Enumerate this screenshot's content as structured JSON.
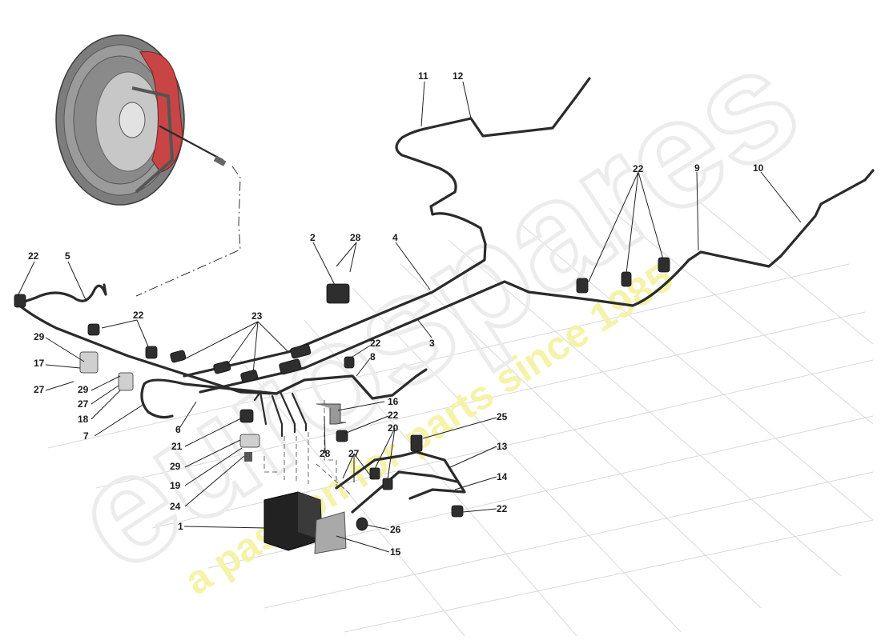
{
  "watermark": {
    "brand": "eurospares",
    "tagline": "a passion for parts since 1985"
  },
  "labels": [
    {
      "id": "l1",
      "text": "1"
    },
    {
      "id": "l2",
      "text": "2"
    },
    {
      "id": "l3",
      "text": "3"
    },
    {
      "id": "l4",
      "text": "4"
    },
    {
      "id": "l5",
      "text": "5"
    },
    {
      "id": "l6",
      "text": "6"
    },
    {
      "id": "l7",
      "text": "7"
    },
    {
      "id": "l8",
      "text": "8"
    },
    {
      "id": "l9",
      "text": "9"
    },
    {
      "id": "l10",
      "text": "10"
    },
    {
      "id": "l11",
      "text": "11"
    },
    {
      "id": "l12",
      "text": "12"
    },
    {
      "id": "l13",
      "text": "13"
    },
    {
      "id": "l14",
      "text": "14"
    },
    {
      "id": "l15",
      "text": "15"
    },
    {
      "id": "l16",
      "text": "16"
    },
    {
      "id": "l17",
      "text": "17"
    },
    {
      "id": "l18",
      "text": "18"
    },
    {
      "id": "l19",
      "text": "19"
    },
    {
      "id": "l20",
      "text": "20"
    },
    {
      "id": "l21",
      "text": "21"
    },
    {
      "id": "l22a",
      "text": "22"
    },
    {
      "id": "l22b",
      "text": "22"
    },
    {
      "id": "l22c",
      "text": "22"
    },
    {
      "id": "l22d",
      "text": "22"
    },
    {
      "id": "l22e",
      "text": "22"
    },
    {
      "id": "l22f",
      "text": "22"
    },
    {
      "id": "l22g",
      "text": "22"
    },
    {
      "id": "l23",
      "text": "23"
    },
    {
      "id": "l24",
      "text": "24"
    },
    {
      "id": "l25",
      "text": "25"
    },
    {
      "id": "l26",
      "text": "26"
    },
    {
      "id": "l27a",
      "text": "27"
    },
    {
      "id": "l27b",
      "text": "27"
    },
    {
      "id": "l27c",
      "text": "27"
    },
    {
      "id": "l28a",
      "text": "28"
    },
    {
      "id": "l28b",
      "text": "28"
    },
    {
      "id": "l29a",
      "text": "29"
    },
    {
      "id": "l29b",
      "text": "29"
    },
    {
      "id": "l29c",
      "text": "29"
    }
  ],
  "colors": {
    "caliper": "#c94545",
    "disc": "#8f8f8f",
    "pipe": "#2b2b2b",
    "grid": "#d9d9d9",
    "watermark_tagline": "#f5f3a6"
  }
}
